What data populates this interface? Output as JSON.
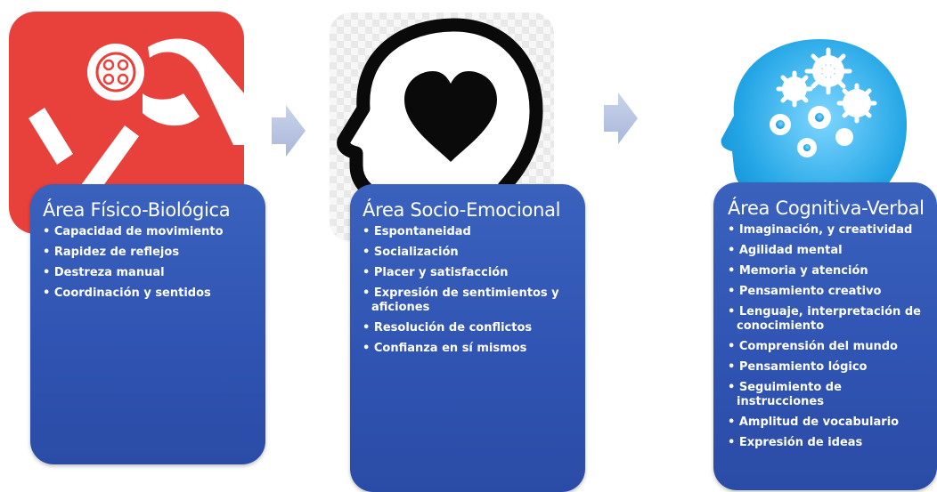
{
  "panels": [
    {
      "title": "Área Físico-Biológica",
      "items": [
        "Capacidad de movimiento",
        "Rapidez de reflejos",
        "Destreza manual",
        "Coordinación y sentidos"
      ]
    },
    {
      "title": "Área Socio-Emocional",
      "items": [
        "Espontaneidad",
        "Socialización",
        "Placer y satisfacción",
        "Expresión de sentimientos  y aficiones",
        "Resolución de conflictos",
        "Confianza en sí mismos"
      ]
    },
    {
      "title": "Área Cognitiva-Verbal",
      "items": [
        "Imaginación, y creatividad",
        "Agilidad mental",
        "Memoria y atención",
        "Pensamiento creativo",
        " Lenguaje, interpretación de conocimiento",
        "Comprensión del mundo",
        "Pensamiento lógico",
        "Seguimiento de instrucciones",
        "Amplitud de vocabulario",
        "Expresión de ideas"
      ]
    }
  ],
  "icons": [
    "hand-button-icon",
    "head-heart-icon",
    "head-gears-icon",
    "arrow-right-icon"
  ],
  "colors": {
    "card": "#3054b3",
    "red": "#e8403a",
    "cyan": "#2aa9e6",
    "arrow": "#b9c5e0"
  }
}
